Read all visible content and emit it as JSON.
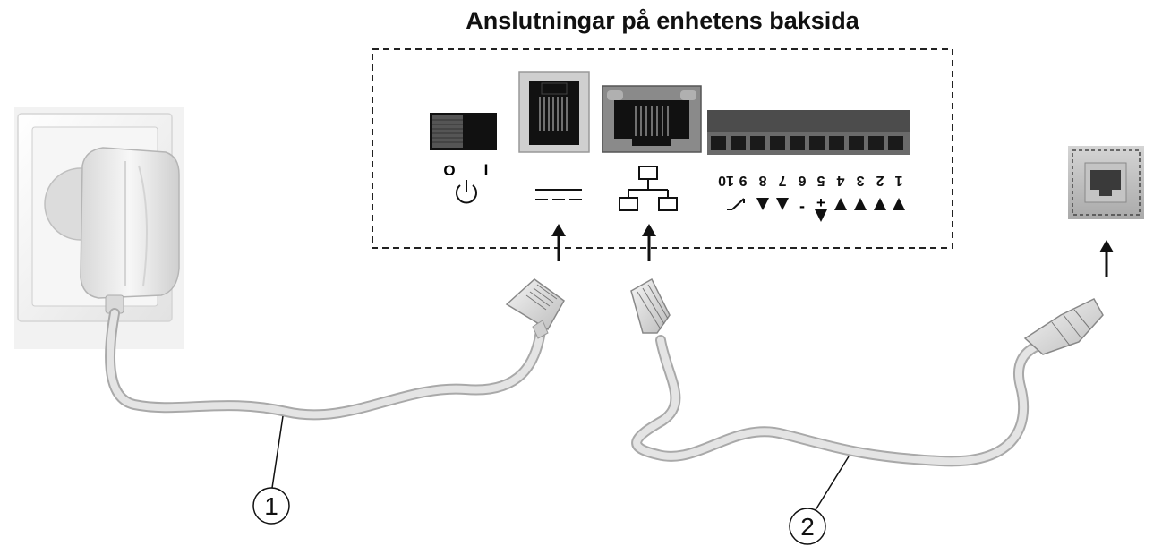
{
  "title": "Anslutningar på enhetens baksida",
  "panel": {
    "power_switch": {
      "icon": "power-switch-icon",
      "off_mark": "O",
      "on_mark": "I",
      "symbol": "power-standby-icon"
    },
    "dc_port": {
      "icon": "dc-power-symbol-icon"
    },
    "network_port": {
      "icon": "network-lan-icon"
    },
    "terminal_block": {
      "pins": [
        "10",
        "9",
        "8",
        "7",
        "6",
        "5",
        "4",
        "3",
        "2",
        "1"
      ],
      "signs": {
        "minus": "-",
        "plus": "+"
      }
    }
  },
  "callouts": [
    "1",
    "2"
  ],
  "colors": {
    "frame": "#222222",
    "cable": "#e4e4e4",
    "port_dark": "#222222",
    "terminal": "#555555"
  }
}
